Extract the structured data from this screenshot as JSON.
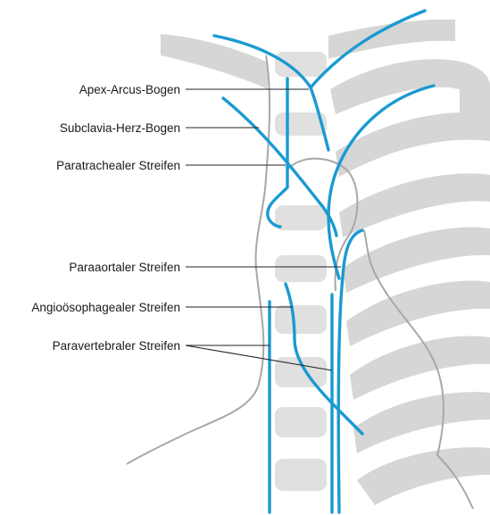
{
  "labels": {
    "apex_arcus": "Apex-Arcus-Bogen",
    "subclavia_herz": "Subclavia-Herz-Bogen",
    "paratracheal": "Paratrachealer Streifen",
    "paraaortal": "Paraaortaler Streifen",
    "angiooesophageal": "Angioösophagealer Streifen",
    "paravertebral": "Paravertebraler Streifen"
  },
  "colors": {
    "line_blue": "#1a9ad1",
    "bone_gray": "#d6d6d6",
    "outline_gray": "#a8a8a8",
    "label_text": "#1a1a1a"
  }
}
